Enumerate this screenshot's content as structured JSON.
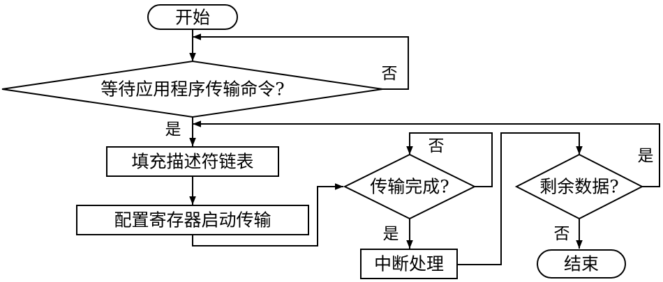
{
  "nodes": {
    "start": "开始",
    "wait_command": "等待应用程序传输命令?",
    "fill_descriptor": "填充描述符链表",
    "config_register": "配置寄存器启动传输",
    "transfer_done": "传输完成?",
    "interrupt": "中断处理",
    "remaining_data": "剩余数据?",
    "end": "结束"
  },
  "labels": {
    "wait_no": "否",
    "wait_yes": "是",
    "transfer_no": "否",
    "transfer_yes": "是",
    "remaining_yes": "是",
    "remaining_no": "否"
  }
}
